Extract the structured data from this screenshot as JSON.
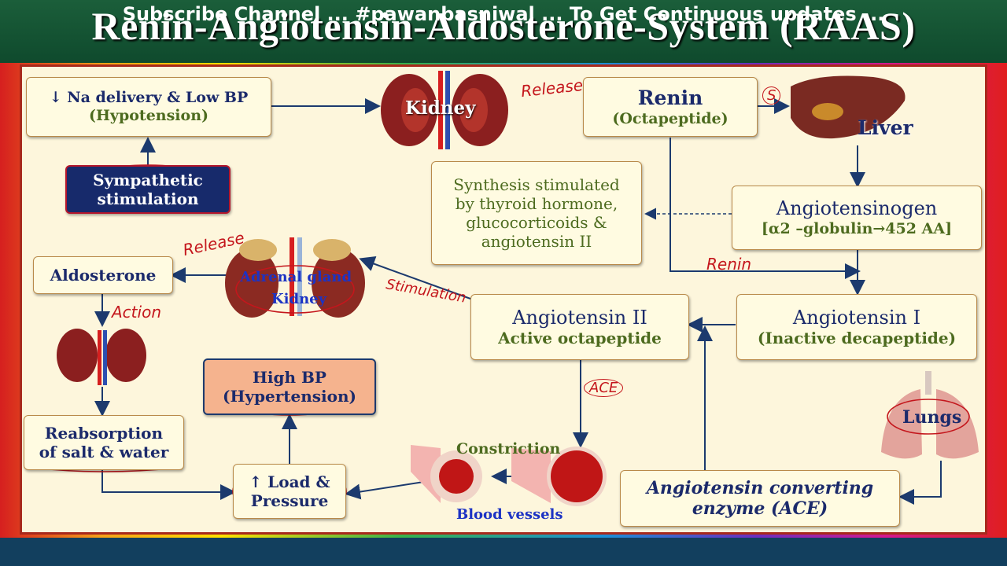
{
  "header": {
    "title": "Renin-Angiotensin-Aldosterone-System (RAAS)"
  },
  "footer": {
    "text": "Subscribe Channel ... #pawanbasniwal ... To Get Continuous updates ..."
  },
  "nodes": {
    "na_delivery": {
      "line1": "↓ Na delivery & Low BP",
      "line2": "(Hypotension)"
    },
    "sympathetic": {
      "line1": "Sympathetic",
      "line2": "stimulation"
    },
    "kidney_label": "Kidney",
    "renin": {
      "line1": "Renin",
      "line2": "(Octapeptide)"
    },
    "liver_label": "Liver",
    "synthesis": {
      "line1": "Synthesis stimulated",
      "line2": "by thyroid hormone,",
      "line3": "glucocorticoids  &",
      "line4": "angiotensin II"
    },
    "angiotensinogen": {
      "line1": "Angiotensinogen",
      "line2": "[α2 –globulin→452 AA]"
    },
    "aldosterone": "Aldosterone",
    "adrenal": {
      "line1": "Adrenal gland",
      "line2": "Kidney"
    },
    "angiotensin2": {
      "line1": "Angiotensin II",
      "line2": "Active octapeptide"
    },
    "angiotensin1": {
      "line1": "Angiotensin I",
      "line2": "(Inactive decapeptide)"
    },
    "high_bp": {
      "line1": "High BP",
      "line2": "(Hypertension)"
    },
    "lungs_label": "Lungs",
    "reabsorption": {
      "line1": "Reabsorption",
      "line2": "of salt & water"
    },
    "load": {
      "line1": "↑ Load &",
      "line2": "Pressure"
    },
    "constriction": "Constriction",
    "blood_vessels": "Blood vessels",
    "ace": {
      "line1": "Angiotensin converting",
      "line2": "enzyme (ACE)"
    }
  },
  "annotations": {
    "release1": "Release",
    "release2": "Release",
    "renin_arrow": "Renin",
    "action": "Action",
    "stimulation": "Stimulation",
    "ace_note": "ACE",
    "s_note": "S"
  },
  "colors": {
    "frame": "#a8291c",
    "box_bg": "#fffbe1",
    "title_bg": "#1b5e3a",
    "footer_bg": "#123f5e",
    "arrow": "#1c3a6e",
    "ink": "#c4161c"
  }
}
